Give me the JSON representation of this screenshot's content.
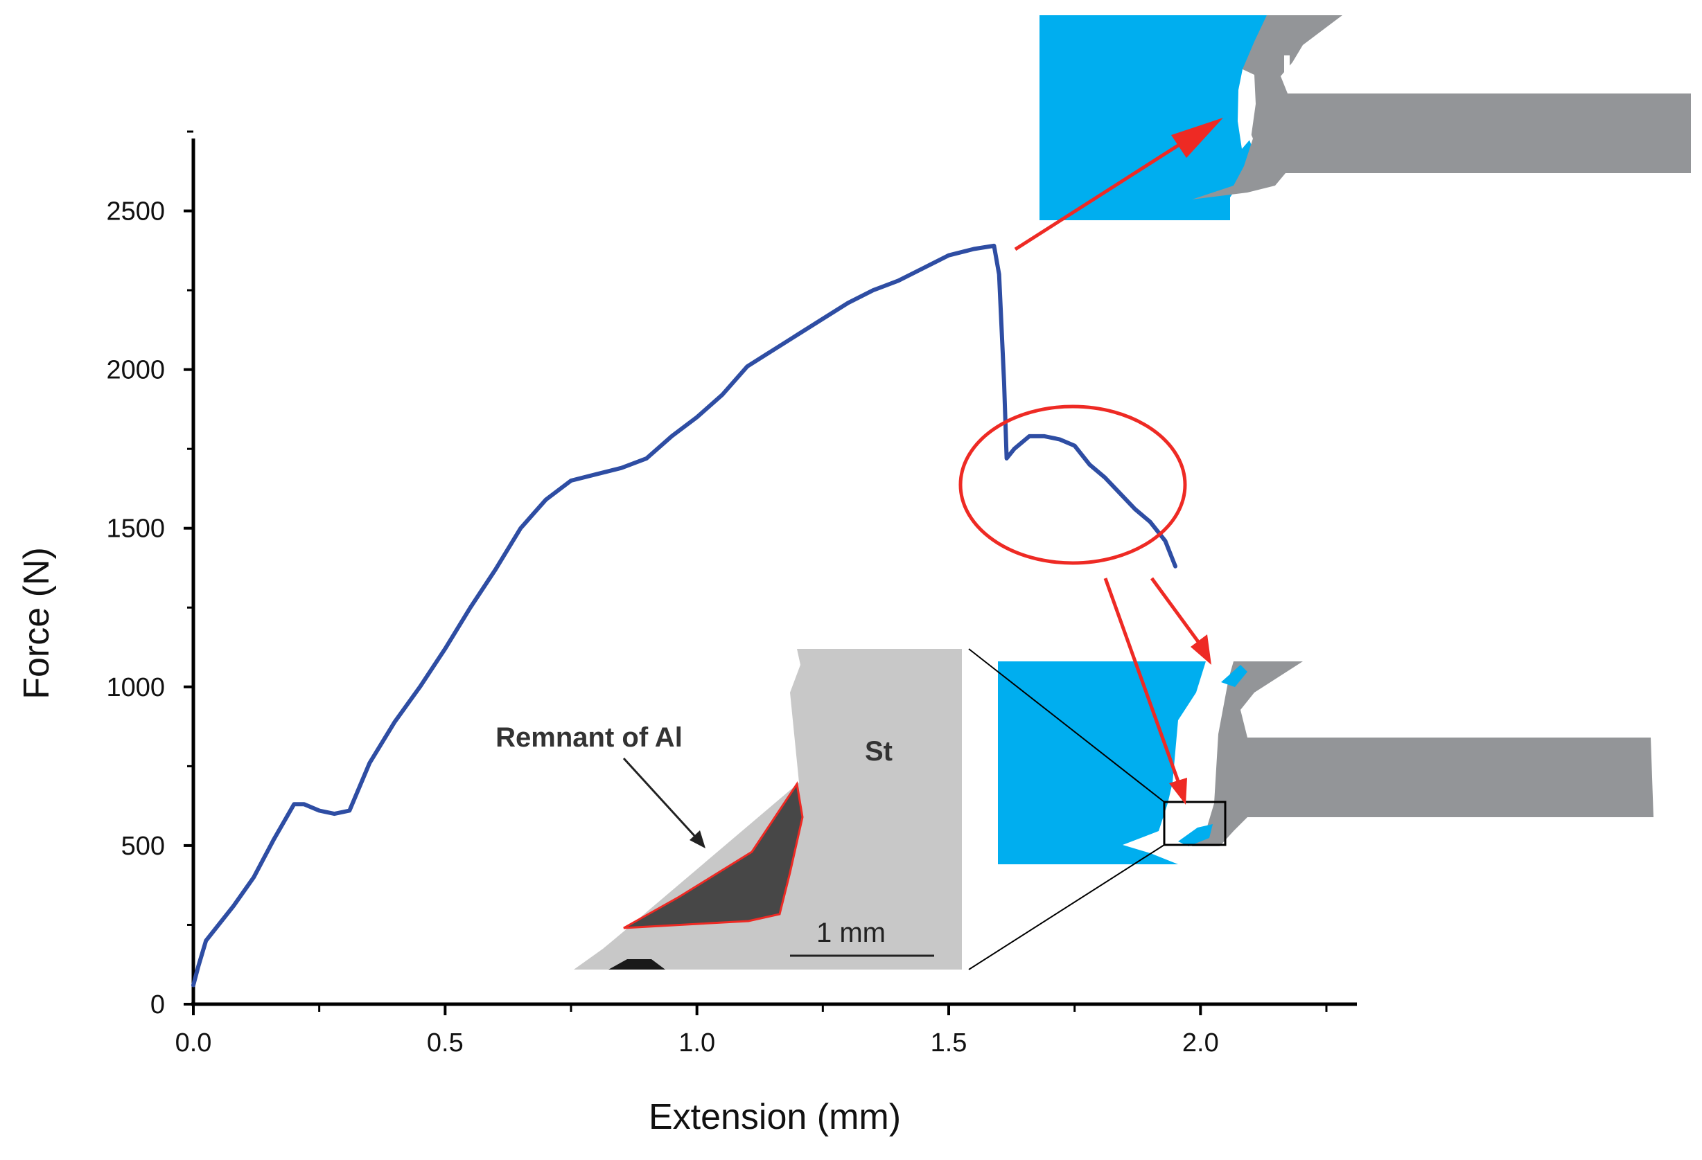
{
  "chart_data": {
    "type": "line",
    "xlabel": "Extension (mm)",
    "ylabel": "Force (N)",
    "xlim": [
      0,
      2.25
    ],
    "ylim": [
      0,
      2750
    ],
    "x_ticks": [
      0.0,
      0.5,
      1.0,
      1.5,
      2.0
    ],
    "x_tick_labels": [
      "0.0",
      "0.5",
      "1.0",
      "1.5",
      "2.0"
    ],
    "y_ticks": [
      0,
      500,
      1000,
      1500,
      2000,
      2500
    ],
    "y_tick_labels": [
      "0",
      "500",
      "1000",
      "1500",
      "2000",
      "2500"
    ],
    "grid": false,
    "series": [
      {
        "color": "#2e4da3",
        "x": [
          0.0,
          0.01,
          0.025,
          0.05,
          0.08,
          0.12,
          0.16,
          0.2,
          0.22,
          0.25,
          0.28,
          0.31,
          0.35,
          0.4,
          0.45,
          0.5,
          0.55,
          0.6,
          0.65,
          0.7,
          0.75,
          0.8,
          0.85,
          0.9,
          0.95,
          1.0,
          1.05,
          1.1,
          1.15,
          1.2,
          1.25,
          1.3,
          1.35,
          1.4,
          1.45,
          1.5,
          1.55,
          1.59,
          1.6,
          1.61,
          1.615,
          1.63,
          1.66,
          1.69,
          1.72,
          1.75,
          1.78,
          1.81,
          1.84,
          1.87,
          1.9,
          1.93,
          1.95
        ],
        "y": [
          60,
          120,
          200,
          250,
          310,
          400,
          520,
          630,
          630,
          610,
          600,
          610,
          760,
          890,
          1000,
          1120,
          1250,
          1370,
          1500,
          1590,
          1650,
          1670,
          1690,
          1720,
          1790,
          1850,
          1920,
          2010,
          2060,
          2110,
          2160,
          2210,
          2250,
          2280,
          2320,
          2360,
          2380,
          2390,
          2300,
          1960,
          1720,
          1750,
          1790,
          1790,
          1780,
          1760,
          1700,
          1660,
          1610,
          1560,
          1520,
          1460,
          1380
        ]
      }
    ],
    "annotations": [
      {
        "text": "Remnant of Al"
      },
      {
        "text": "St"
      },
      {
        "text": "1 mm"
      }
    ]
  },
  "colors": {
    "line": "#2e4da3",
    "aluminium": "#00aeef",
    "steel": "#939598",
    "annotation_red": "#ee2a24",
    "micrograph_bg": "#c8c8c8",
    "micrograph_remnant": "#474747"
  }
}
